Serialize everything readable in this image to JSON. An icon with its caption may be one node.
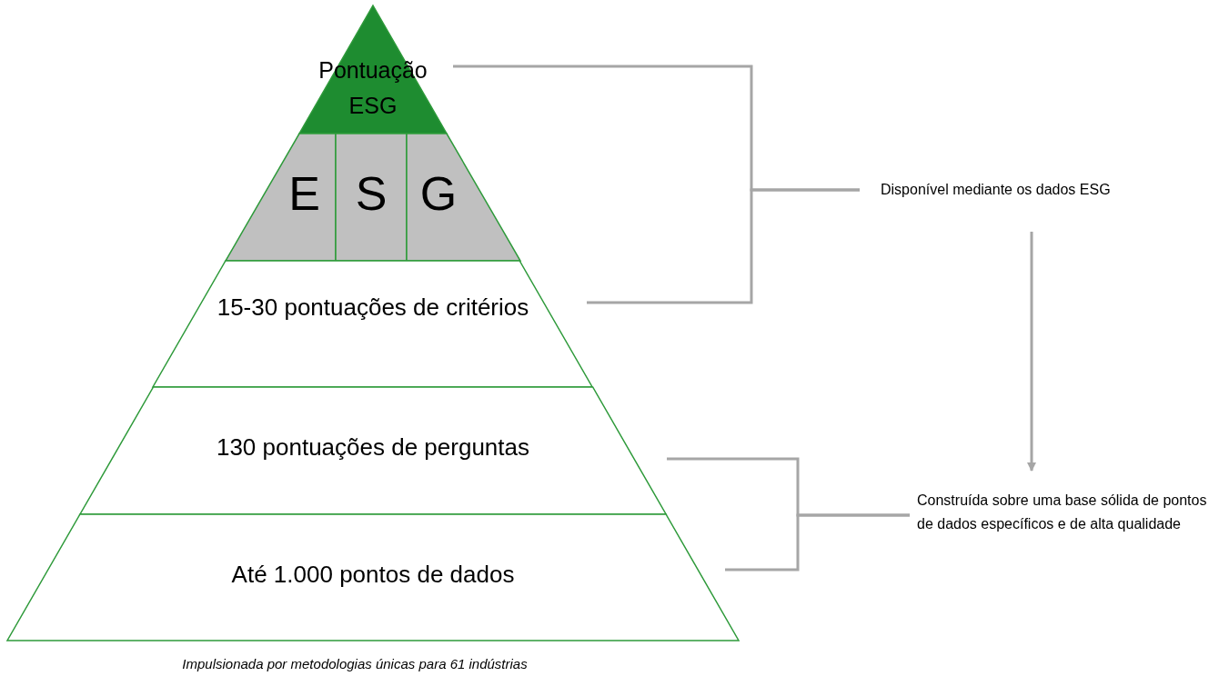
{
  "diagram": {
    "caption": "Impulsionada por metodologias únicas para 61 indústrias",
    "nodes": [
      {
        "text": [
          "Pontuação ESG"
        ]
      },
      {
        "text": [
          "E"
        ]
      },
      {
        "text": [
          "S"
        ]
      },
      {
        "text": [
          "G"
        ]
      },
      {
        "text": [
          "15-30 pontuações de critérios"
        ]
      },
      {
        "text": [
          "130 pontuações de perguntas"
        ]
      },
      {
        "text": [
          "Até 1.000 pontos de dados"
        ]
      },
      {
        "text": [
          "Disponível mediante os dados ESG"
        ]
      },
      {
        "text": [
          "Construída sobre uma base sólida de pontos de dados específicos e de alta qualidade"
        ]
      }
    ],
    "edges": [
      {
        "from": 0,
        "to": 7,
        "arrow": "none"
      },
      {
        "from": 4,
        "to": 7,
        "arrow": "none"
      },
      {
        "from": 5,
        "to": 8,
        "arrow": "none"
      },
      {
        "from": 6,
        "to": 8,
        "arrow": "none"
      },
      {
        "from": 7,
        "to": 8,
        "arrow": "to"
      }
    ]
  }
}
